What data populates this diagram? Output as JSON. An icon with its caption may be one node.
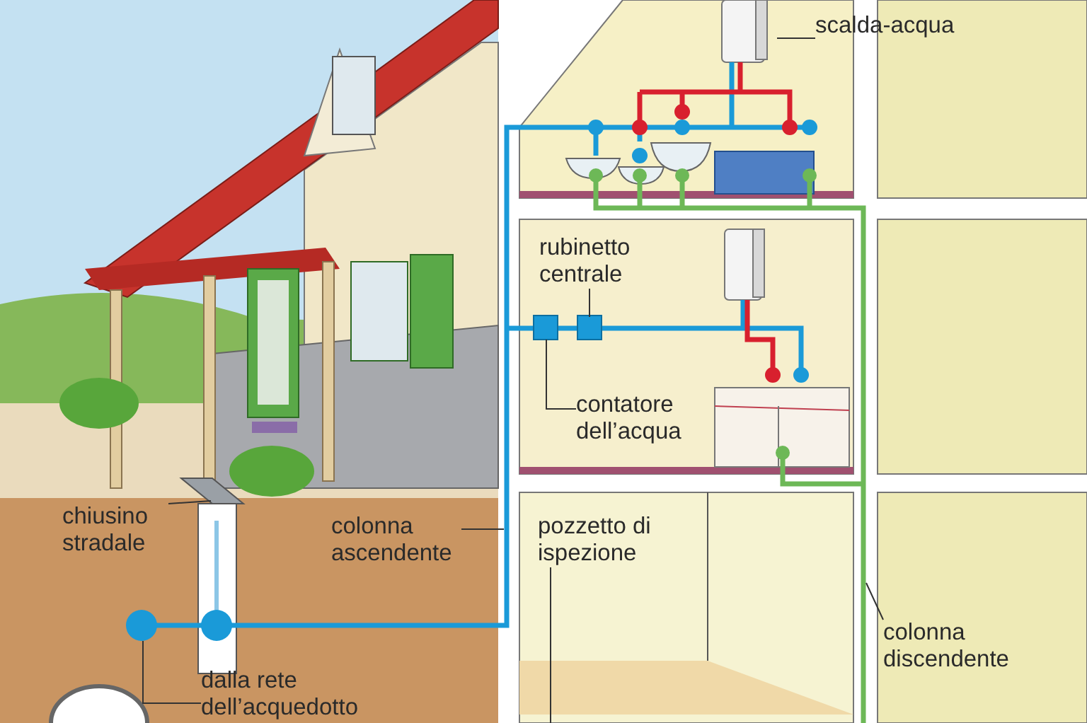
{
  "diagram": {
    "nodes": [
      {
        "text": [
          "scalda-acqua"
        ]
      },
      {
        "text": [
          "rubinetto centrale"
        ]
      },
      {
        "text": [
          "contatore dell’acqua"
        ]
      },
      {
        "text": [
          "chiusino stradale"
        ]
      },
      {
        "text": [
          "colonna ascendente"
        ]
      },
      {
        "text": [
          "pozzetto di ispezione"
        ]
      },
      {
        "text": [
          "colonna discendente"
        ]
      },
      {
        "text": [
          "dalla rete dell’acquedotto"
        ]
      }
    ],
    "edges": [
      {
        "from": 0,
        "to": null,
        "arrow": "none"
      },
      {
        "from": 1,
        "to": null,
        "arrow": "none"
      },
      {
        "from": 2,
        "to": null,
        "arrow": "none"
      },
      {
        "from": 3,
        "to": null,
        "arrow": "none"
      },
      {
        "from": 4,
        "to": null,
        "arrow": "none"
      },
      {
        "from": 5,
        "to": null,
        "arrow": "none"
      },
      {
        "from": 6,
        "to": null,
        "arrow": "none"
      },
      {
        "from": 7,
        "to": null,
        "arrow": "none"
      }
    ]
  }
}
